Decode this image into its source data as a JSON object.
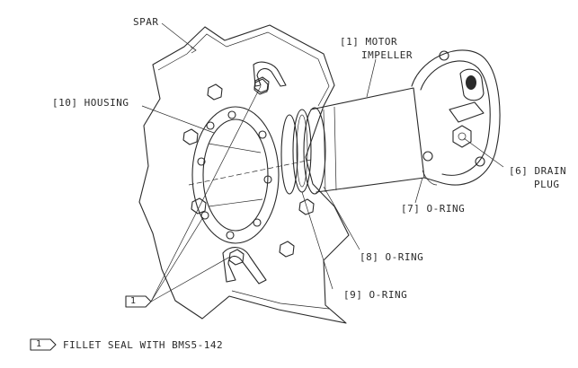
{
  "labels": {
    "spar": "SPAR",
    "motor_impeller_1": "[1] MOTOR",
    "motor_impeller_2": "IMPELLER",
    "housing": "[10] HOUSING",
    "drain_plug_1": "[6] DRAIN",
    "drain_plug_2": "PLUG",
    "oring_7": "[7] O-RING",
    "oring_8": "[8] O-RING",
    "oring_9": "[9] O-RING"
  },
  "callout": {
    "flag_number": "1",
    "legend_text": "FILLET SEAL WITH BMS5-142"
  },
  "colors": {
    "ink": "#2a2a2a",
    "paper": "#ffffff"
  }
}
